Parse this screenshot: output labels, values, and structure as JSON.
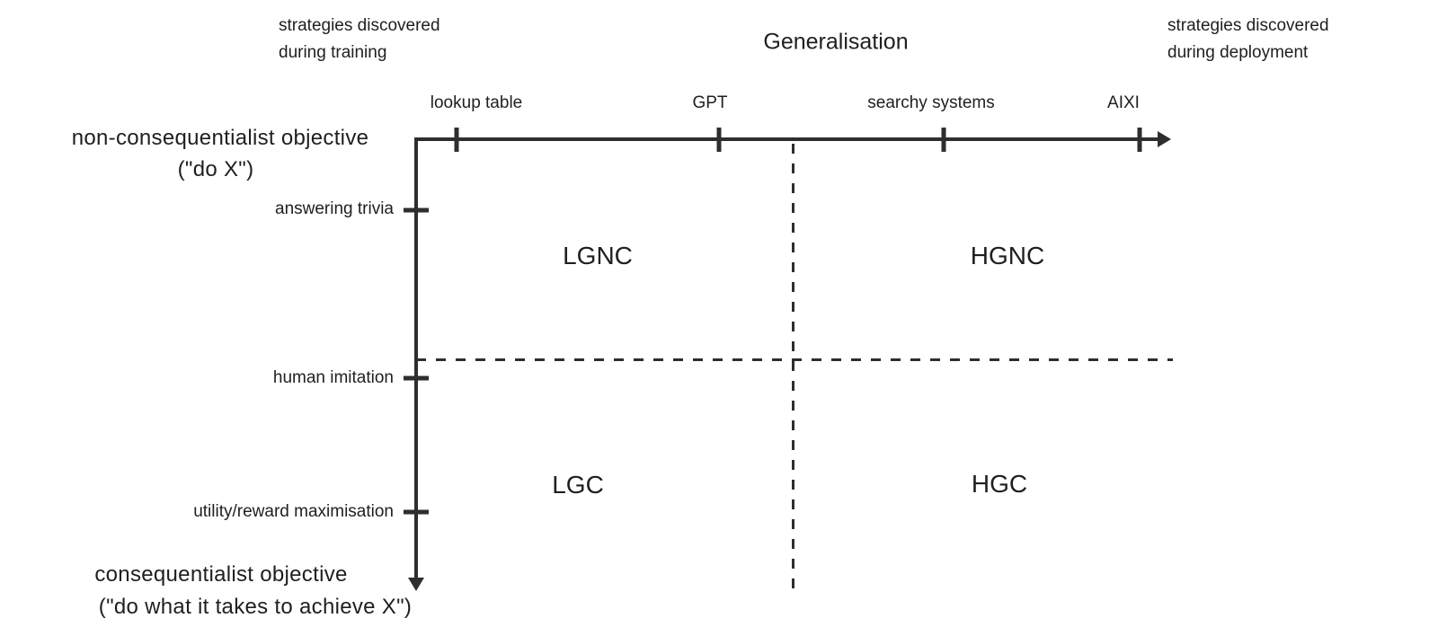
{
  "colors": {
    "ink": "#2e2e2e",
    "text": "#1f1f1f",
    "background": "#ffffff"
  },
  "title": "Generalisation",
  "x_axis": {
    "left_end_label": {
      "line1": "strategies discovered",
      "line2": "during training"
    },
    "right_end_label": {
      "line1": "strategies discovered",
      "line2": "during deployment"
    },
    "tick_labels": [
      "lookup table",
      "GPT",
      "searchy systems",
      "AIXI"
    ]
  },
  "y_axis": {
    "top_end_label": {
      "line1": "non-consequentialist objective",
      "line2": "(\"do X\")"
    },
    "bottom_end_label": {
      "line1": "consequentialist objective",
      "line2": "(\"do what it takes to achieve X\")"
    },
    "tick_labels": [
      "answering trivia",
      "human imitation",
      "utility/reward maximisation"
    ]
  },
  "quadrant_labels": {
    "top_left": "LGNC",
    "top_right": "HGNC",
    "bottom_left": "LGC",
    "bottom_right": "HGC"
  },
  "chart_data": {
    "type": "quadrant_diagram",
    "x_axis": {
      "title": "Generalisation",
      "low_end": "strategies discovered during training",
      "high_end": "strategies discovered during deployment",
      "ticks": [
        "lookup table",
        "GPT",
        "searchy systems",
        "AIXI"
      ]
    },
    "y_axis": {
      "top_end": "non-consequentialist objective (\"do X\")",
      "bottom_end": "consequentialist objective (\"do what it takes to achieve X\")",
      "ticks": [
        "answering trivia",
        "human imitation",
        "utility/reward maximisation"
      ]
    },
    "quadrants": {
      "top_left": "LGNC",
      "top_right": "HGNC",
      "bottom_left": "LGC",
      "bottom_right": "HGC"
    },
    "dividers": "dashed lines crossing between GPT/searchy-systems horizontally and between answering-trivia/human-imitation vertically",
    "grid": false,
    "legend": false
  }
}
